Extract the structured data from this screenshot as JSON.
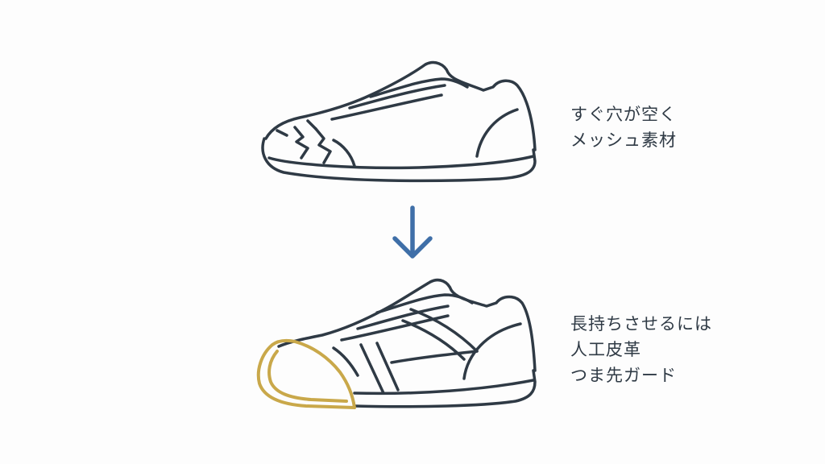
{
  "top_caption": {
    "line1": "すぐ穴が空く",
    "line2": "メッシュ素材"
  },
  "bottom_caption": {
    "line1": "長持ちさせるには",
    "line2": "人工皮革",
    "line3": "つま先ガード"
  },
  "colors": {
    "outline": "#2f3a45",
    "arrow": "#3f6fa8",
    "toe_guard": "#c9a84a",
    "background": "#fdfdfd"
  },
  "icons": [
    "torn-shoe-icon",
    "down-arrow-icon",
    "guarded-shoe-icon"
  ]
}
